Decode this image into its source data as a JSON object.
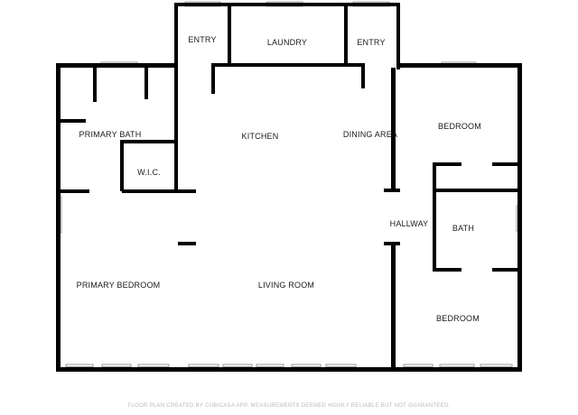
{
  "rooms": {
    "entry_left": "ENTRY",
    "laundry": "LAUNDRY",
    "entry_right": "ENTRY",
    "primary_bath": "PRIMARY BATH",
    "kitchen": "KITCHEN",
    "dining_area": "DINING AREA",
    "bedroom_top": "BEDROOM",
    "wic": "W.I.C.",
    "hallway": "HALLWAY",
    "bath": "BATH",
    "primary_bedroom": "PRIMARY BEDROOM",
    "living_room": "LIVING ROOM",
    "bedroom_bottom": "BEDROOM"
  },
  "footer": "FLOOR PLAN CREATED BY CUBICASA APP. MEASUREMENTS DEEMED HIGHLY RELIABLE BUT NOT GUARANTEED.",
  "colors": {
    "wall": "#000000",
    "window": "#9a9a9a",
    "label": "#1a1a1a",
    "footer": "#b9b9b9"
  }
}
